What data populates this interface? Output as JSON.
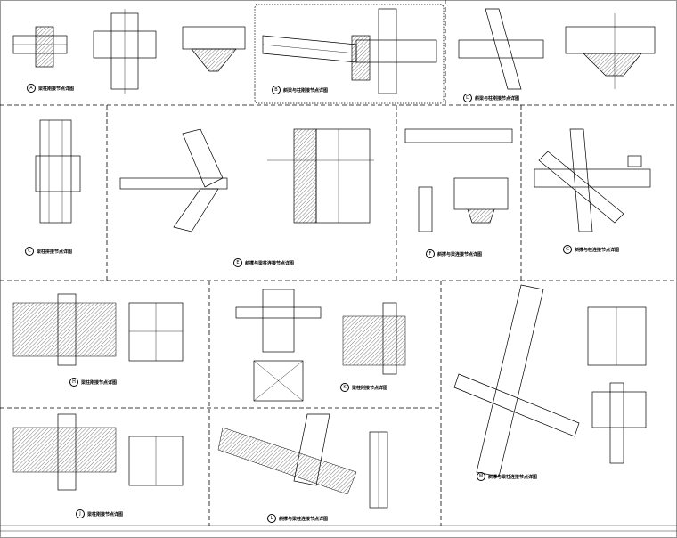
{
  "details": [
    {
      "id": "A",
      "caption": "梁柱刚接节点详图"
    },
    {
      "id": "B",
      "caption": "斜梁与柱刚接节点详图"
    },
    {
      "id": "D",
      "caption": "斜梁与柱刚接节点详图"
    },
    {
      "id": "C",
      "caption": "梁柱拼接节点详图"
    },
    {
      "id": "E",
      "caption": "斜撑与梁柱连接节点详图"
    },
    {
      "id": "F",
      "caption": "斜撑与梁连接节点详图"
    },
    {
      "id": "G",
      "caption": "斜撑与柱连接节点详图"
    },
    {
      "id": "H",
      "caption": "梁柱刚接节点详图"
    },
    {
      "id": "K",
      "caption": "梁柱刚接节点详图"
    },
    {
      "id": "M",
      "caption": "斜撑与梁柱连接节点详图"
    },
    {
      "id": "J",
      "caption": "梁柱刚接节点详图"
    },
    {
      "id": "L",
      "caption": "斜撑与梁柱连接节点详图"
    }
  ]
}
